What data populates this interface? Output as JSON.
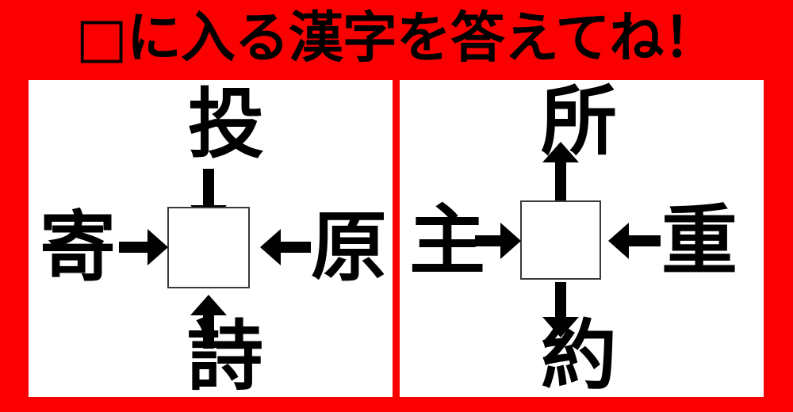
{
  "theme": {
    "background_red": "#fa0000",
    "panel_white": "#ffffff",
    "ink_black": "#000000",
    "box_border": "#3a3a3a"
  },
  "header": {
    "title": "□に入る漢字を答えてね！"
  },
  "puzzles": [
    {
      "id": "puzzle-left",
      "center_answer": "",
      "top": {
        "kanji": "投",
        "arrow": "down",
        "arrow_direction": "toward-box"
      },
      "left": {
        "kanji": "寄",
        "arrow": "right",
        "arrow_direction": "toward-box"
      },
      "right": {
        "kanji": "原",
        "arrow": "left",
        "arrow_direction": "toward-box"
      },
      "bottom": {
        "kanji": "詩",
        "arrow": "up",
        "arrow_direction": "toward-box"
      }
    },
    {
      "id": "puzzle-right",
      "center_answer": "",
      "top": {
        "kanji": "所",
        "arrow": "up",
        "arrow_direction": "away-from-box"
      },
      "left": {
        "kanji": "主",
        "arrow": "right",
        "arrow_direction": "toward-box"
      },
      "right": {
        "kanji": "重",
        "arrow": "left",
        "arrow_direction": "toward-box"
      },
      "bottom": {
        "kanji": "約",
        "arrow": "down",
        "arrow_direction": "away-from-box"
      }
    }
  ]
}
